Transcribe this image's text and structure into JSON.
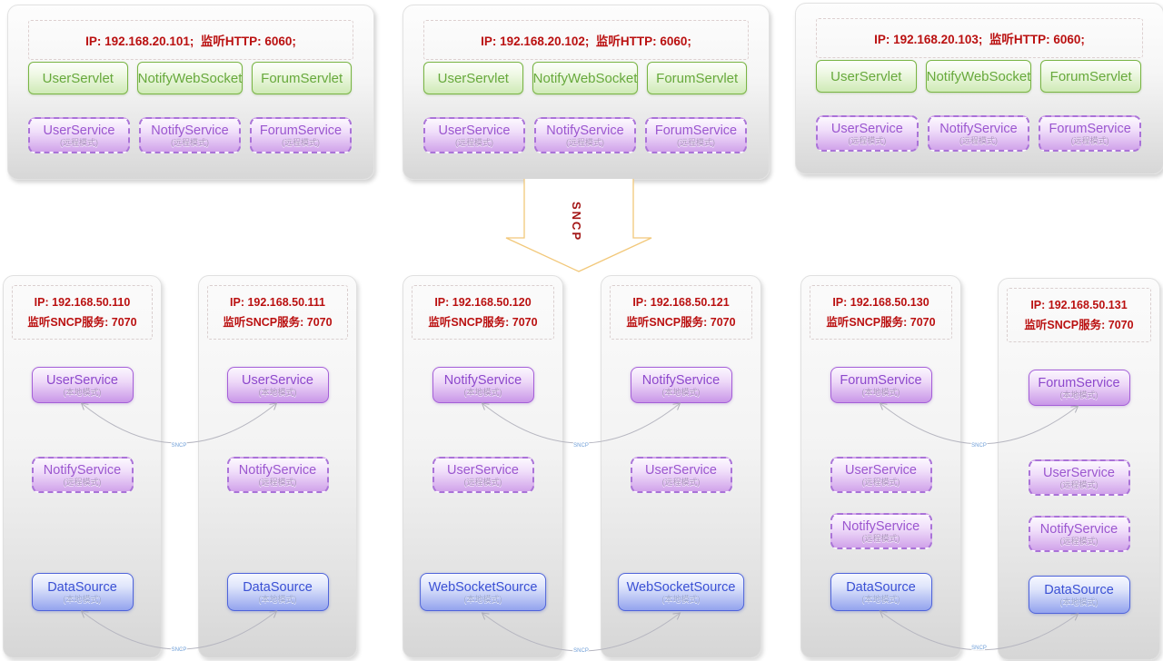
{
  "colors": {
    "ip_text": "#ba1010",
    "green_border": "#79b544",
    "green_text": "#67a93c",
    "purple_border": "#a55fd8",
    "purple_text": "#9b56cf",
    "blue_border": "#4f64da",
    "blue_text": "#3a50d4",
    "arrow_outline": "#f2c87a",
    "arrow_text": "#a31515",
    "connector": "#b6b6c0"
  },
  "sncp_arrow": {
    "label": "SNCP"
  },
  "connector_label": "SNCP",
  "top_nodes": [
    {
      "ip": "IP: 192.168.20.101;  监听HTTP: 6060;",
      "servlets": [
        "UserServlet",
        "NotifyWebSocket",
        "ForumServlet"
      ],
      "services": [
        {
          "name": "UserService",
          "mode": "(远程模式)"
        },
        {
          "name": "NotifyService",
          "mode": "(远程模式)"
        },
        {
          "name": "ForumService",
          "mode": "(远程模式)"
        }
      ]
    },
    {
      "ip": "IP: 192.168.20.102;  监听HTTP: 6060;",
      "servlets": [
        "UserServlet",
        "NotifyWebSocket",
        "ForumServlet"
      ],
      "services": [
        {
          "name": "UserService",
          "mode": "(远程模式)"
        },
        {
          "name": "NotifyService",
          "mode": "(远程模式)"
        },
        {
          "name": "ForumService",
          "mode": "(远程模式)"
        }
      ]
    },
    {
      "ip": "IP: 192.168.20.103;  监听HTTP: 6060;",
      "servlets": [
        "UserServlet",
        "NotifyWebSocket",
        "ForumServlet"
      ],
      "services": [
        {
          "name": "UserService",
          "mode": "(远程模式)"
        },
        {
          "name": "NotifyService",
          "mode": "(远程模式)"
        },
        {
          "name": "ForumService",
          "mode": "(远程模式)"
        }
      ]
    }
  ],
  "bottom_nodes": [
    {
      "ip1": "IP: 192.168.50.110",
      "ip2": "监听SNCP服务: 7070",
      "services": [
        {
          "name": "UserService",
          "mode": "(本地模式)"
        },
        {
          "name": "NotifyService",
          "mode": "(远程模式)"
        },
        {
          "name": "DataSource",
          "mode": "(本地模式)"
        }
      ]
    },
    {
      "ip1": "IP: 192.168.50.111",
      "ip2": "监听SNCP服务: 7070",
      "services": [
        {
          "name": "UserService",
          "mode": "(本地模式)"
        },
        {
          "name": "NotifyService",
          "mode": "(远程模式)"
        },
        {
          "name": "DataSource",
          "mode": "(本地模式)"
        }
      ]
    },
    {
      "ip1": "IP: 192.168.50.120",
      "ip2": "监听SNCP服务: 7070",
      "services": [
        {
          "name": "NotifyService",
          "mode": "(本地模式)"
        },
        {
          "name": "UserService",
          "mode": "(远程模式)"
        },
        {
          "name": "WebSocketSource",
          "mode": "(本地模式)"
        }
      ]
    },
    {
      "ip1": "IP: 192.168.50.121",
      "ip2": "监听SNCP服务: 7070",
      "services": [
        {
          "name": "NotifyService",
          "mode": "(本地模式)"
        },
        {
          "name": "UserService",
          "mode": "(远程模式)"
        },
        {
          "name": "WebSocketSource",
          "mode": "(本地模式)"
        }
      ]
    },
    {
      "ip1": "IP: 192.168.50.130",
      "ip2": "监听SNCP服务: 7070",
      "services": [
        {
          "name": "ForumService",
          "mode": "(本地模式)"
        },
        {
          "name": "UserService",
          "mode": "(远程模式)"
        },
        {
          "name": "NotifyService",
          "mode": "(远程模式)"
        },
        {
          "name": "DataSource",
          "mode": "(本地模式)"
        }
      ]
    },
    {
      "ip1": "IP: 192.168.50.131",
      "ip2": "监听SNCP服务: 7070",
      "services": [
        {
          "name": "ForumService",
          "mode": "(本地模式)"
        },
        {
          "name": "UserService",
          "mode": "(远程模式)"
        },
        {
          "name": "NotifyService",
          "mode": "(远程模式)"
        },
        {
          "name": "DataSource",
          "mode": "(本地模式)"
        }
      ]
    }
  ]
}
